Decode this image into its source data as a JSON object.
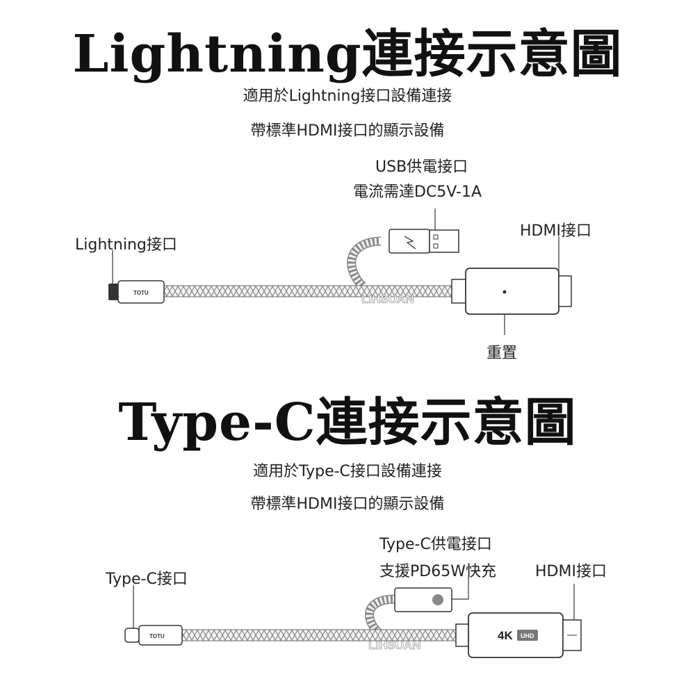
{
  "lightning_section": {
    "title": "Lightning連接示意圖",
    "subtitle_line1": "適用於Lightning接口設備連接",
    "subtitle_line2": "帶標準HDMI接口的顯示設備",
    "usb_label_line1": "USB供電接口",
    "usb_label_line2": "電流需達DC5V-1A",
    "hdmi_label": "HDMI接口",
    "input_label": "Lightning接口",
    "reset_label": "重置",
    "brand_text": "TOTU",
    "watermark": "LIHSUAN"
  },
  "typec_section": {
    "title": "Type-C連接示意圖",
    "subtitle_line1": "適用於Type-C接口設備連接",
    "subtitle_line2": "帶標準HDMI接口的顯示設備",
    "power_label_line1": "Type-C供電接口",
    "power_label_line2": "支援PD65W快充",
    "hdmi_label": "HDMI接口",
    "input_label": "Type-C接口",
    "brand_text": "TOTU",
    "badge_text": "4K",
    "badge_sub": "UHD",
    "watermark": "LIHSUAN"
  }
}
